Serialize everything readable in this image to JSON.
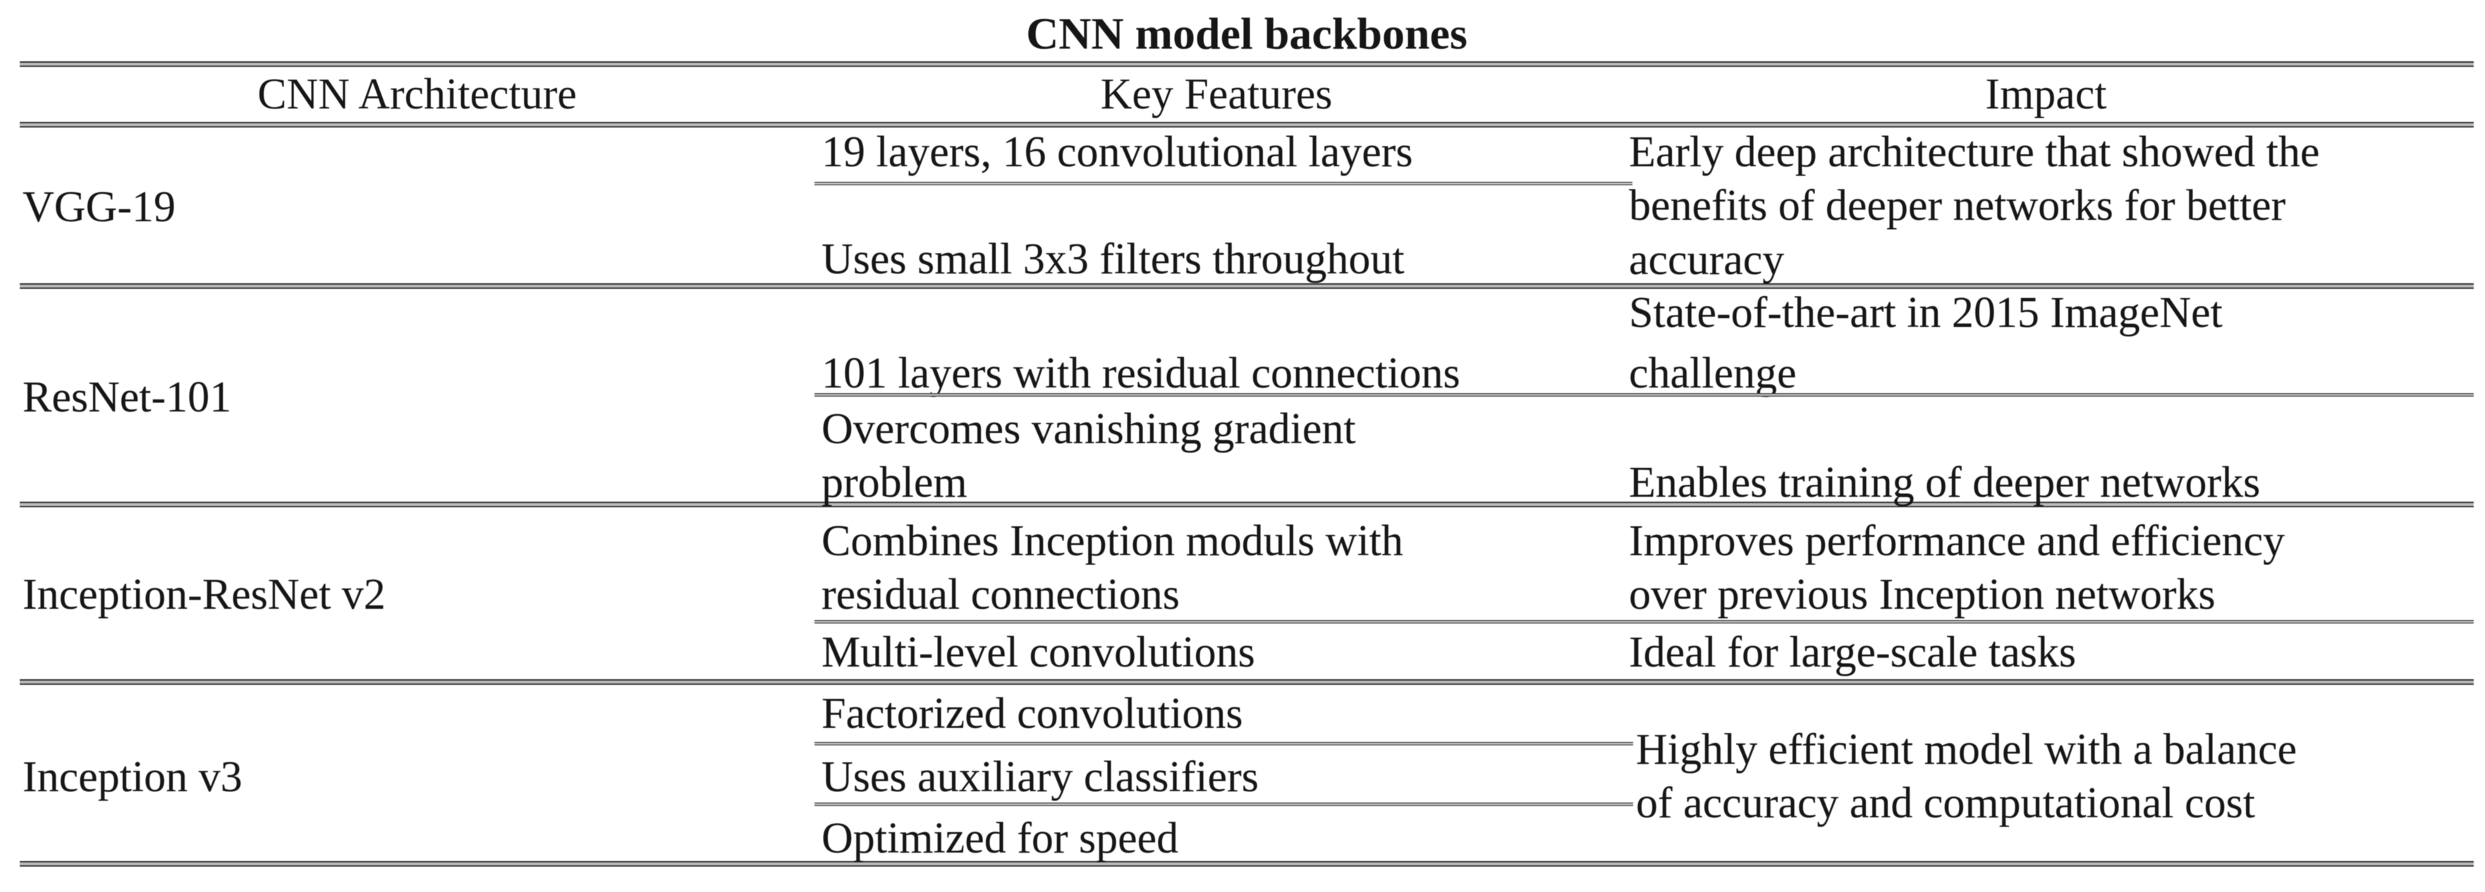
{
  "title": "CNN model backbones",
  "columns": [
    "CNN Architecture",
    "Key Features",
    "Impact"
  ],
  "rows": [
    {
      "architecture": "VGG-19",
      "features": [
        [
          "19 layers, 16 convolutional layers"
        ],
        [
          "Uses small 3x3 filters throughout"
        ]
      ],
      "impact": [
        [
          "Early deep architecture that showed the",
          "benefits of deeper networks for better",
          "accuracy"
        ]
      ]
    },
    {
      "architecture": "ResNet-101",
      "features": [
        [
          "101 layers with residual connections"
        ],
        [
          "Overcomes vanishing gradient",
          "problem"
        ]
      ],
      "impact": [
        [
          "State-of-the-art in 2015 ImageNet",
          "challenge"
        ],
        [
          "Enables training of deeper networks"
        ]
      ]
    },
    {
      "architecture": "Inception-ResNet v2",
      "features": [
        [
          "Combines Inception moduls with",
          "residual connections"
        ],
        [
          "Multi-level convolutions"
        ]
      ],
      "impact": [
        [
          "Improves performance and efficiency",
          "over previous Inception networks"
        ],
        [
          "Ideal for large-scale tasks"
        ]
      ]
    },
    {
      "architecture": "Inception v3",
      "features": [
        [
          "Factorized convolutions"
        ],
        [
          "Uses auxiliary classifiers"
        ],
        [
          "Optimized for speed"
        ]
      ],
      "impact": [
        [
          "Highly efficient model with a balance",
          "of accuracy and computational cost"
        ]
      ]
    }
  ]
}
